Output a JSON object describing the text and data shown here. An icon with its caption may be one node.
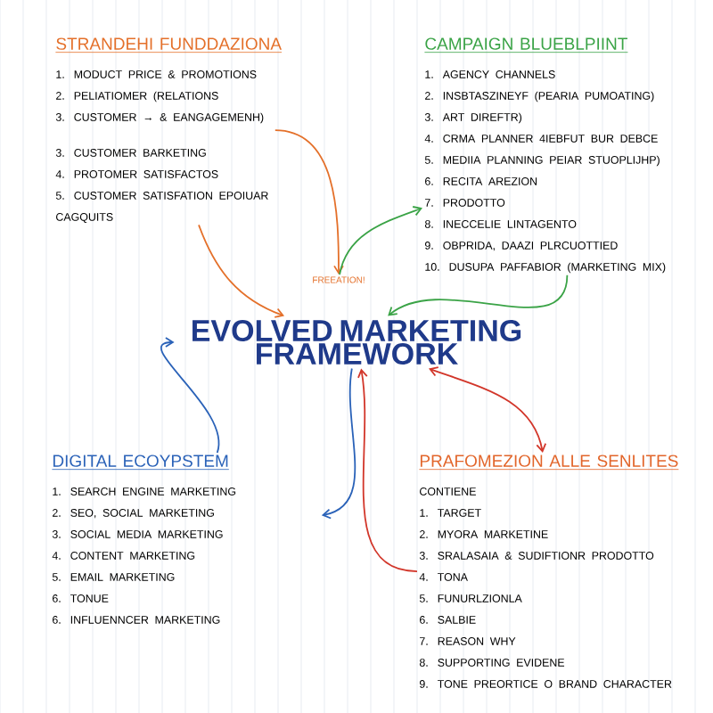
{
  "diagram": {
    "nodes": [
      {
        "text": [
          "EVOLVED MARKETING FRAMEWORK"
        ]
      },
      {
        "text": [
          "STRANDEHI FUNDDAZIONA",
          "1. MODUCT PRICE & PROMOTIONS",
          "2. PELIATIOMER (RELATIONS",
          "3. CUSTOMER → & EANGAGEMENH)",
          "3. CUSTOMER BARKETING",
          "4. PROTOMER SATISFACTOS",
          "5. CUSTOMER SATISFATION EPOIUAR CAGQUITS"
        ]
      },
      {
        "text": [
          "CAMPAIGN BLUEBLPIINT",
          "1. AGENCY CHANNELS",
          "2. INSBTASZINEYF (PEARIA PUMOATING)",
          "3. ART DIREFTR)",
          "4. CRMA PLANNER 4IEBFUT BUR DEBCE",
          "5. MEDIIA PLANNING PEIAR STUOPLIJHP)",
          "6. RECITA AREZION",
          "7. PRODOTTO",
          "8. INECCELIE LINTAGENTO",
          "9. OBPRIDA, DAAZI PLRCUOTTIED",
          "10. DUSUPA PAFFABIOR (MARKETING MIX)"
        ]
      },
      {
        "text": [
          "DIGITAL ECOYPSTEM",
          "1. SEARCH ENGINE MARKETING",
          "2. SEO, SOCIAL MARKETING",
          "3. SOCIAL MEDIA MARKETING",
          "4. CONTENT MARKETING",
          "5. EMAIL MARKETING",
          "6. TONUE",
          "6. INFLUENNCER MARKETING"
        ]
      },
      {
        "text": [
          "PRAFOMEZION ALLE SENLITES",
          "CONTIENE",
          "1. TARGET",
          "2. MYORA MARKETINE",
          "3. SRALASAIA & SUDIFTIONR PRODOTTO",
          "4. TONA",
          "5. FUNURLZIONLA",
          "6. SALBIE",
          "7. REASON WHY",
          "8. SUPPORTING EVIDENE",
          "9. TONE PREORTICE O BRAND CHARACTER"
        ]
      },
      {
        "text": [
          "FREEATION!"
        ]
      }
    ],
    "edges": [
      {
        "from": 1,
        "to": 5,
        "arrow": "to",
        "color": "#e4702a"
      },
      {
        "from": 1,
        "to": 0,
        "arrow": "to",
        "color": "#e4702a"
      },
      {
        "from": 5,
        "to": 2,
        "arrow": "to",
        "color": "#3aa346"
      },
      {
        "from": 2,
        "to": 0,
        "arrow": "to",
        "color": "#3aa346"
      },
      {
        "from": 0,
        "to": 4,
        "arrow": "both",
        "color": "#d2362a"
      },
      {
        "from": 4,
        "to": 0,
        "arrow": "to",
        "color": "#d2362a"
      },
      {
        "from": 3,
        "to": 0,
        "arrow": "to",
        "color": "#2a62b8"
      },
      {
        "from": 0,
        "to": 3,
        "arrow": "to",
        "color": "#2a62b8"
      }
    ]
  }
}
